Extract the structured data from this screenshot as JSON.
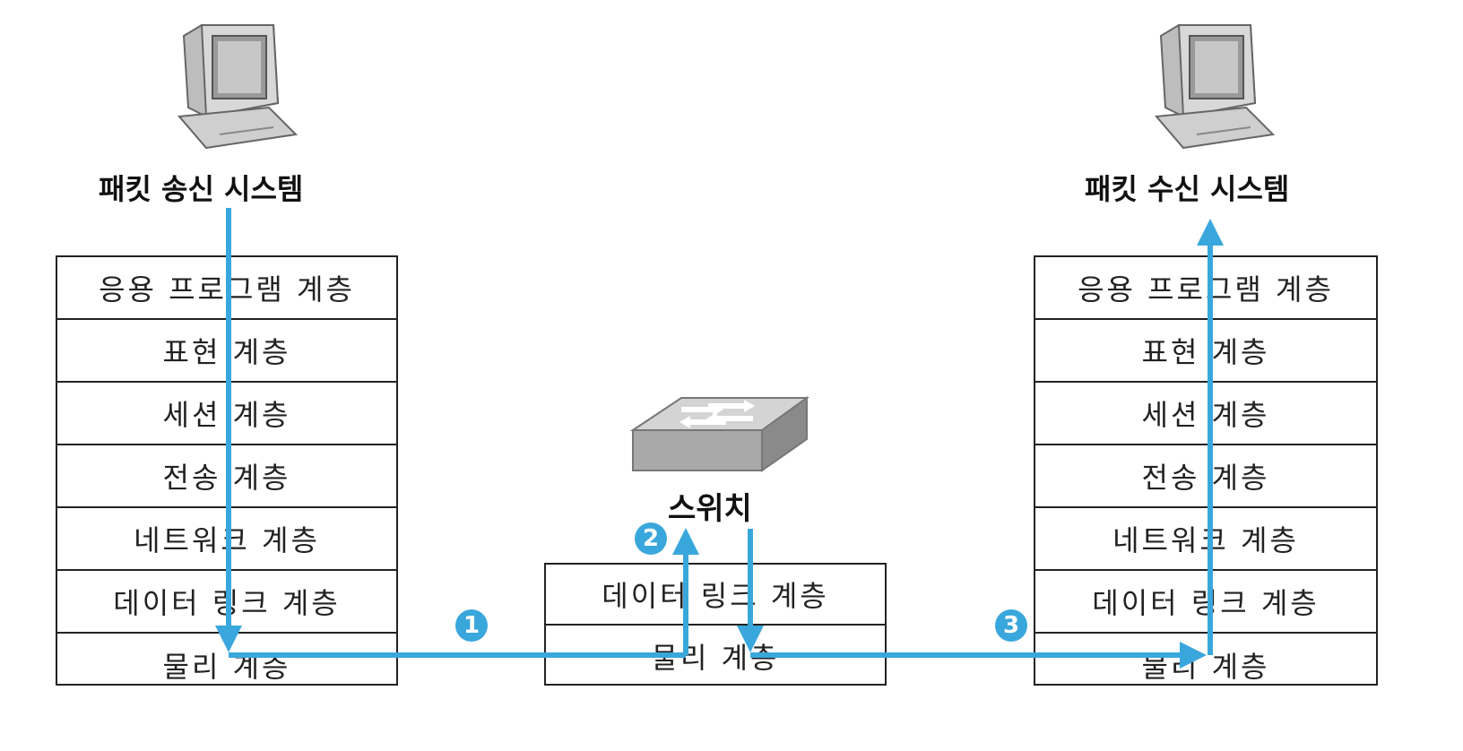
{
  "sender": {
    "label": "패킷 송신 시스템",
    "layers": [
      "응용 프로그램 계층",
      "표현 계층",
      "세션 계층",
      "전송 계층",
      "네트워크 계층",
      "데이터 링크 계층",
      "물리 계층"
    ]
  },
  "receiver": {
    "label": "패킷 수신 시스템",
    "layers": [
      "응용 프로그램 계층",
      "표현 계층",
      "세션 계층",
      "전송 계층",
      "네트워크 계층",
      "데이터 링크 계층",
      "물리 계층"
    ]
  },
  "switch": {
    "label": "스위치",
    "layers": [
      "데이터 링크 계층",
      "물리 계층"
    ]
  },
  "steps": [
    "1",
    "2",
    "3"
  ],
  "colors": {
    "flow": "#3aa7dc",
    "border": "#222222"
  },
  "icons": {
    "computer": "computer-icon",
    "switch": "network-switch-icon"
  }
}
